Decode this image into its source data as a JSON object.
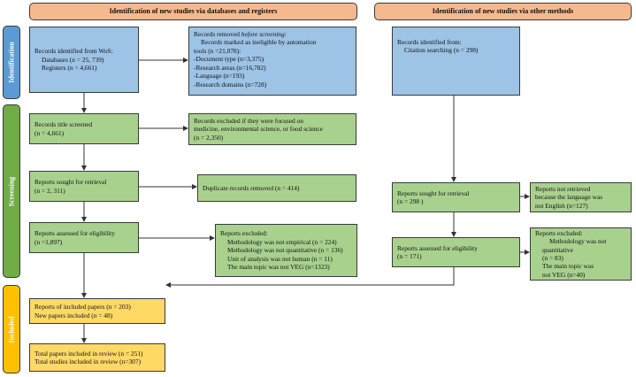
{
  "headers": {
    "left": "Identification of new studies via databases and registers",
    "right": "Identification of new studies via other methods"
  },
  "phases": {
    "identification": "Identification",
    "screening": "Screening",
    "included": "Included"
  },
  "boxes": {
    "wos": {
      "title": "Records identified from WoS:",
      "lines": [
        "Databases (n = 25, 739)",
        "Registers (n = 4,661)"
      ]
    },
    "removed": {
      "title_pre": "Records removed ",
      "title_em": "before screening",
      "title_post": ":",
      "lines": [
        "Records marked as ineligible by automation",
        "tools (n =21,078):"
      ],
      "items": [
        "-Document type (n=3,375)",
        "-Research areas (n=16,782)",
        "-Language (n=193)",
        "-Research domains (n=728)"
      ]
    },
    "title_screened": {
      "lines": [
        "Records title screened",
        "(n = 4,661)"
      ]
    },
    "excluded_title": {
      "lines": [
        "Records excluded if they were focused on",
        "medicine, environmental science, or food science",
        "(n = 2,350)"
      ]
    },
    "sought_left": {
      "lines": [
        "Reports sought for retrieval",
        "(n = 2, 311)"
      ]
    },
    "duplicates": {
      "text": "Duplicate records removed (n = 414)"
    },
    "assessed_left": {
      "lines": [
        "Reports assessed for eligibility",
        "(n =1,897)"
      ]
    },
    "excluded_left": {
      "title": "Reports excluded:",
      "items": [
        "Methodology was not empirical (n = 224)",
        "Methodology was not quantitative (n = 136)",
        "Unit of analysis was not human (n = 11)",
        "The main topic was not VEG (n=1323)"
      ]
    },
    "citation": {
      "title": "Records identified from:",
      "line": "Citation searching (n = 298)"
    },
    "sought_right": {
      "lines": [
        "Reports sought for retrieval",
        "(n = 298 )"
      ]
    },
    "not_retrieved": {
      "lines": [
        "Reports not retrieved",
        "because the language was",
        "not English (n=127)"
      ]
    },
    "assessed_right": {
      "lines": [
        "Reports assessed for eligibility",
        "(n = 171)"
      ]
    },
    "excluded_right": {
      "title": "Reports excluded:",
      "items": [
        "Methodology was not",
        "quantitative",
        "(n = 83)",
        "The main topic was",
        "not VEG (n=40)"
      ]
    },
    "included_papers": {
      "lines": [
        "Reports of included papers (n = 203)",
        "New papers included (n = 48)"
      ]
    },
    "total": {
      "lines": [
        "Total papers included in review (n = 251)",
        "Total studies included in review (n=307)"
      ]
    }
  },
  "colors": {
    "header": "#f6b98e",
    "identification_box": "#9dc3e6",
    "screening_box": "#a9d18e",
    "included_box": "#ffd966",
    "phase_identification": "#5b9bd5",
    "phase_screening": "#70ad47",
    "phase_included": "#ffc000"
  }
}
